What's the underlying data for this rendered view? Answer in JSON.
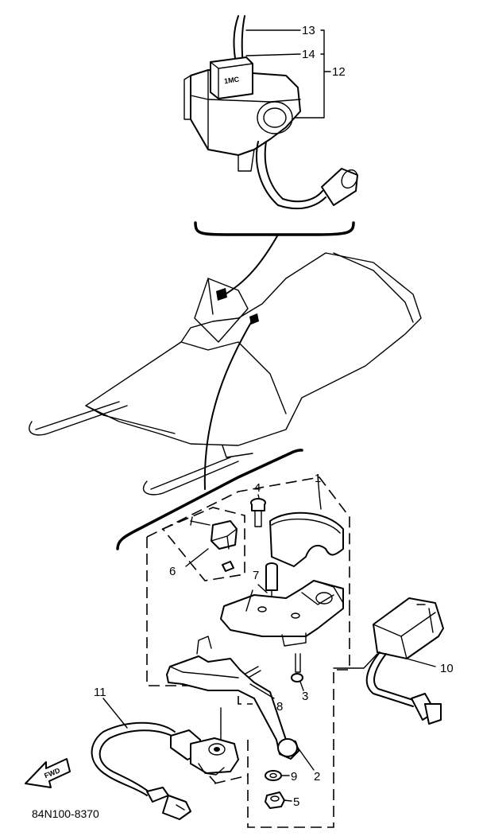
{
  "callouts": {
    "c1": "1",
    "c2": "2",
    "c3": "3",
    "c4": "4",
    "c5": "5",
    "c6": "6",
    "c7": "7",
    "c8": "8",
    "c9": "9",
    "c10": "10",
    "c11": "11",
    "c12": "12",
    "c13": "13",
    "c14": "14"
  },
  "relay_label": "1MC",
  "fwd_arrow": "FWD",
  "diagram_code": "84N100-8370"
}
